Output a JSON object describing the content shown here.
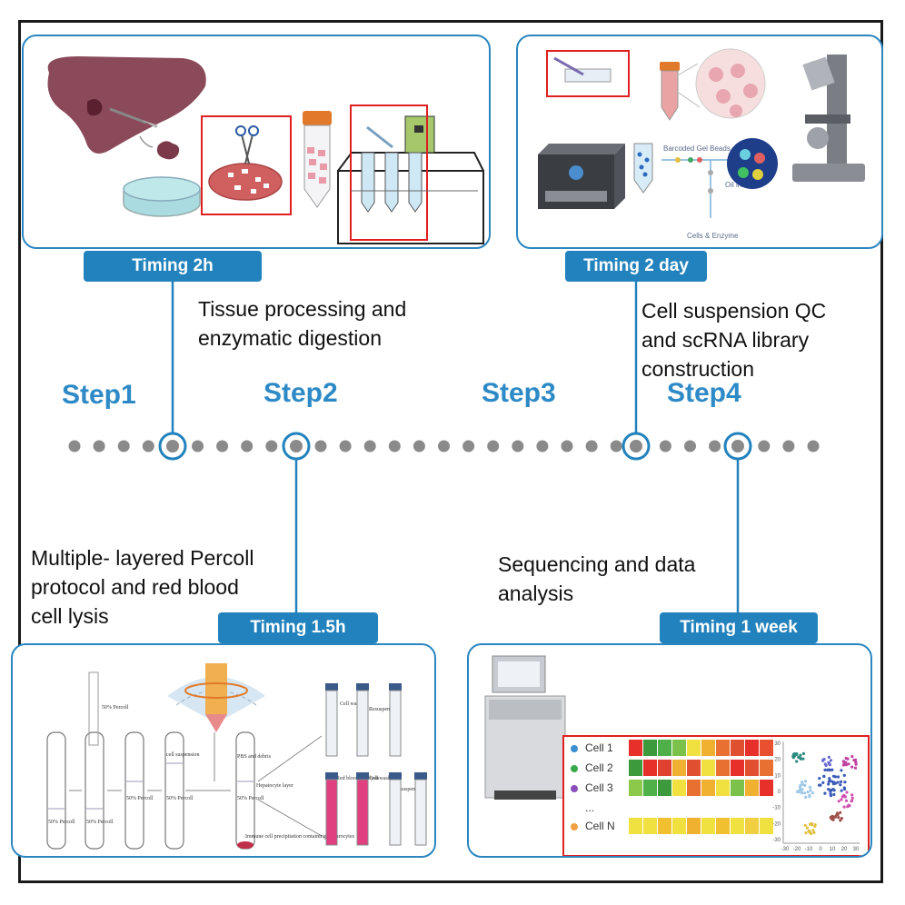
{
  "steps": [
    "Step1",
    "Step2",
    "Step3",
    "Step4"
  ],
  "timings": {
    "t1": "Timing 2h",
    "t2": "Timing 2 day",
    "t3": "Timing 1.5h",
    "t4": "Timing 1 week"
  },
  "descriptions": {
    "d1": [
      "Tissue processing and",
      "enzymatic digestion"
    ],
    "d2": [
      "Cell suspension QC",
      "and scRNA library",
      "construction"
    ],
    "d3": [
      "Multiple- layered Percoll",
      "protocol and red blood",
      "cell lysis"
    ],
    "d4": [
      "Sequencing and data",
      "analysis"
    ]
  },
  "panel2_labels": {
    "beads": "Barcoded Gel Beads",
    "oil": "Oil in Well",
    "cells": "Cells & Enzyme"
  },
  "panel3_labels": {
    "percoll_top": "50% Percoll",
    "percoll": "50% Percoll",
    "cell_suspension": "cell suspension",
    "pbs_debris": "PBS and debris",
    "hepatocyte": "Hepatocyte layer",
    "immune": "Immune cell precipitation containing erythrocytes",
    "cell_washing": "Cell washing",
    "resuspension": "Resuspension",
    "rbc_lysis": "Red blood cell lysis"
  },
  "heatmap": {
    "rows": [
      "Cell 1",
      "Cell 2",
      "Cell 3",
      "...",
      "Cell N"
    ],
    "row_dot_colors": [
      "#3b8fd0",
      "#3aa84a",
      "#8a4fb8",
      "",
      "#f0a040"
    ]
  },
  "tsne_axes": {
    "y_ticks": [
      "30",
      "20",
      "10",
      "0",
      "-10",
      "-20",
      "-30"
    ],
    "x_ticks": [
      "-30",
      "-20",
      "-10",
      "0",
      "10",
      "20",
      "30"
    ]
  },
  "colors": {
    "accent": "#2282bd",
    "panel_border": "#2a86c0",
    "dots": "#8a8a8a",
    "highlight_box": "#e02020"
  }
}
